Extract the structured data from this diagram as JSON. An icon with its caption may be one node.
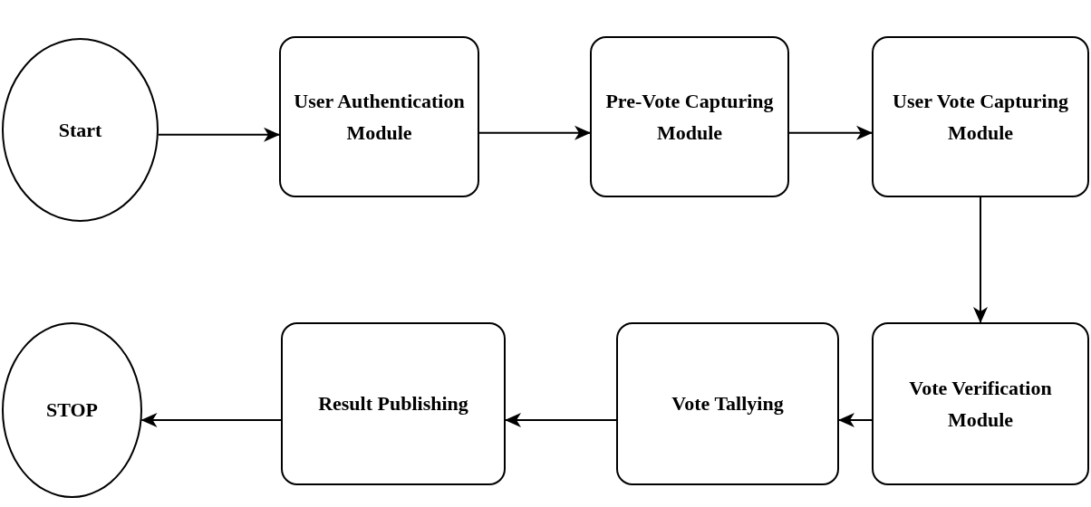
{
  "diagram": {
    "nodes": [
      {
        "text": [
          "Start"
        ]
      },
      {
        "text": [
          "User Authentication Module"
        ]
      },
      {
        "text": [
          "Pre-Vote Capturing Module"
        ]
      },
      {
        "text": [
          "User Vote Capturing Module"
        ]
      },
      {
        "text": [
          "Vote Verification Module"
        ]
      },
      {
        "text": [
          "Vote Tallying"
        ]
      },
      {
        "text": [
          "Result Publishing"
        ]
      },
      {
        "text": [
          "STOP"
        ]
      }
    ],
    "edges": [
      {
        "from": 0,
        "to": 1,
        "arrow": "to"
      },
      {
        "from": 1,
        "to": 2,
        "arrow": "to"
      },
      {
        "from": 2,
        "to": 3,
        "arrow": "to"
      },
      {
        "from": 3,
        "to": 4,
        "arrow": "to"
      },
      {
        "from": 4,
        "to": 5,
        "arrow": "to"
      },
      {
        "from": 5,
        "to": 6,
        "arrow": "to"
      },
      {
        "from": 6,
        "to": 7,
        "arrow": "to"
      }
    ]
  }
}
